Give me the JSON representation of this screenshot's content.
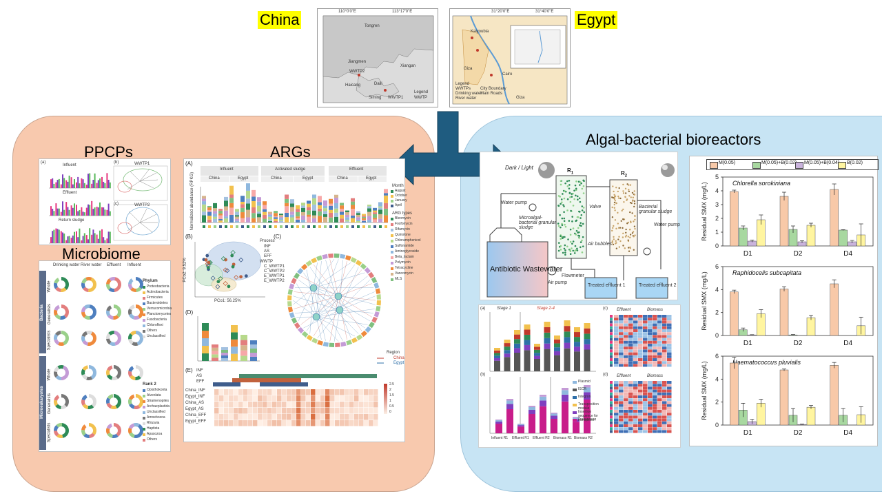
{
  "header": {
    "china_label": "China",
    "egypt_label": "Egypt",
    "china_map": {
      "coords_top": [
        "110°0'0\"E",
        "113°17'0\"E"
      ],
      "places": [
        "Tongren",
        "Jiangmen",
        "Xiangan",
        "Haicang",
        "Daili",
        "Siming"
      ],
      "plants": [
        "WWTP2",
        "WWTP1"
      ],
      "legend_title": "Legend",
      "legend_item": "WWTP"
    },
    "egypt_map": {
      "coords_top": [
        "31°20'0\"E",
        "31°40'0\"E"
      ],
      "places": [
        "Kalyoubia",
        "Giza",
        "Cairo",
        "Giza"
      ],
      "legend_title": "Legend",
      "legend_items": [
        "WWTPs",
        "Drinking water",
        "River water",
        "City Boundary",
        "Main Roads"
      ]
    }
  },
  "left_panel": {
    "ppcps_title": "PPCPs",
    "args_title": "ARGs",
    "microbiome_title": "Microbiome",
    "ppcps_figure": {
      "subplots": [
        "Influent",
        "Effluent",
        "Return sludge"
      ],
      "pca_titles": [
        "WWTP1",
        "WWTP2"
      ],
      "tags": [
        "(a)",
        "(b)",
        "(c)"
      ]
    },
    "args_figure": {
      "panel_tags": [
        "(A)",
        "(B)",
        "(C)",
        "(D)",
        "(E)"
      ],
      "groups": [
        "Influent",
        "Activated sludge",
        "Effluent"
      ],
      "countries": [
        "China",
        "Egypt"
      ],
      "ylabel_a": "Normalized abundance (RPKG)",
      "month_title": "Month",
      "months": [
        "August",
        "October",
        "January",
        "April"
      ],
      "arg_types_title": "ARG types",
      "arg_types": [
        "Bleomycin",
        "Fosfomycin",
        "Rifamycin",
        "Quinolone",
        "Chloramphenicol",
        "Sulfonamide",
        "Aminoglycoside",
        "Beta_lactam",
        "Polymyxin",
        "Tetracycline",
        "Vancomycin",
        "MLS"
      ],
      "arg_colors": [
        "#2e8b57",
        "#e37e7e",
        "#a3c1e0",
        "#f2c14e",
        "#b7d98b",
        "#4e7fbf",
        "#8fb8de",
        "#f7a8a8",
        "#c49bd6",
        "#ef8a3c",
        "#d6b48c",
        "#7fbf7f"
      ],
      "process_title": "Process",
      "processes": [
        "INF",
        "AS",
        "EFF"
      ],
      "wwtp_title": "WWTP",
      "wwtps": [
        "C_WWTP1",
        "C_WWTP2",
        "E_WWTP1",
        "E_WWTP2"
      ],
      "pc1": "PCo1: 56.25%",
      "pc2": "PCo2: 9.52%",
      "region_title": "Region",
      "regions": [
        "China",
        "Egypt"
      ],
      "heat_legend": [
        "INF",
        "AS",
        "EFF"
      ],
      "heat_rows": [
        "China_INF",
        "Egypt_INF",
        "China_AS",
        "Egypt_AS",
        "China_EFF",
        "Egypt_EFF"
      ],
      "heat_scale": [
        "2.5",
        "2",
        "1.5",
        "1",
        "0.5",
        "0"
      ]
    },
    "microbiome_figure": {
      "columns": [
        "Drinking water",
        "River water",
        "Effluent",
        "Influent"
      ],
      "kingdoms": [
        "Bacteria",
        "Microeukaryotes"
      ],
      "row_types": [
        "Whole",
        "Generalists",
        "Specialists"
      ],
      "phylum_title": "Phylum",
      "phyla": [
        "Proteobacteria",
        "Actinobacteria",
        "Firmicutes",
        "Bacteroidetes",
        "Verrucomicrobia",
        "Planctomycetes",
        "Fusobacteria",
        "Chloroflexi",
        "Others",
        "Unclassified"
      ],
      "rank_title": "Rank 2",
      "ranks": [
        "Opisthokonta",
        "Alveolata",
        "Stramenopiles",
        "Archaeplastida",
        "Unclassified",
        "Amoebozoa",
        "Rhizaria",
        "Haptista",
        "Apusozoa",
        "Others"
      ]
    }
  },
  "right_panel": {
    "title": "Algal-bacterial bioreactors",
    "reactor": {
      "mode": "Dark / Light",
      "r1": "R",
      "r1_sub": "1",
      "r2": "R",
      "r2_sub": "2",
      "labels": [
        "Water pump",
        "Microalgal-bacterial granular sludge",
        "Valve",
        "Bacterial granular sludge",
        "Water pump",
        "Air bubbles",
        "Flowmeter",
        "Air pump",
        "Antibiotic Wastewater",
        "Treated effluent 1",
        "Treated effluent 2"
      ]
    },
    "lower_figure": {
      "tags": [
        "(a)",
        "(b)",
        "(c)",
        "(d)"
      ],
      "stages": [
        "Stage 1",
        "Stage 2-4"
      ],
      "heat_titles": [
        "Effluent",
        "Biomass"
      ],
      "mge_legend": [
        "Plasmid",
        "ISCR",
        "Integron",
        "Transposition module",
        "Insertion sequence for transposon",
        "Transposon"
      ],
      "x_labels": [
        "Influent R1",
        "Effluent R1",
        "Effluent R2",
        "Biomass R1",
        "Biomass R2"
      ]
    }
  },
  "chart_data": [
    {
      "type": "bar",
      "title": "Chlorella sorokiniana",
      "ylabel": "Residual SMX (mg/L)",
      "categories": [
        "D1",
        "D2",
        "D4"
      ],
      "ylim": [
        0,
        5
      ],
      "yticks": [
        0,
        1,
        2,
        3,
        4,
        5
      ],
      "series": [
        {
          "name": "M(0.05)",
          "values": [
            3.95,
            3.6,
            4.1
          ],
          "errors": [
            0.1,
            0.3,
            0.4
          ],
          "color": "#f8c9a8"
        },
        {
          "name": "M(0.05)+B(0.02)",
          "values": [
            1.3,
            1.2,
            1.15
          ],
          "errors": [
            0.15,
            0.25,
            0.03
          ],
          "color": "#a8d8a0"
        },
        {
          "name": "M(0.05)+B(0.04)",
          "values": [
            0.35,
            0.3,
            0.3
          ],
          "errors": [
            0.08,
            0.08,
            0.1
          ],
          "color": "#c9b3dc"
        },
        {
          "name": "B(0.02)",
          "values": [
            1.9,
            1.5,
            0.8
          ],
          "errors": [
            0.35,
            0.15,
            0.8
          ],
          "color": "#fff5a0"
        }
      ]
    },
    {
      "type": "bar",
      "title": "Raphidocelis subcapitata",
      "ylabel": "Residual SMX (mg/L)",
      "categories": [
        "D1",
        "D2",
        "D4"
      ],
      "ylim": [
        0,
        6
      ],
      "yticks": [
        0,
        2,
        4,
        6
      ],
      "series": [
        {
          "name": "M(0.05)",
          "values": [
            3.8,
            4.05,
            4.5
          ],
          "errors": [
            0.15,
            0.2,
            0.35
          ],
          "color": "#f8c9a8"
        },
        {
          "name": "M(0.05)+B(0.02)",
          "values": [
            0.5,
            0.05,
            0.0
          ],
          "errors": [
            0.15,
            0.03,
            0.0
          ],
          "color": "#a8d8a0"
        },
        {
          "name": "M(0.05)+B(0.04)",
          "values": [
            0.05,
            0.0,
            0.0
          ],
          "errors": [
            0.02,
            0.0,
            0.0
          ],
          "color": "#c9b3dc"
        },
        {
          "name": "B(0.02)",
          "values": [
            1.9,
            1.55,
            0.85
          ],
          "errors": [
            0.35,
            0.2,
            0.75
          ],
          "color": "#fff5a0"
        }
      ]
    },
    {
      "type": "bar",
      "title": "Haematococcus pluvialis",
      "ylabel": "Residual SMX (mg/L)",
      "categories": [
        "D1",
        "D2",
        "D4"
      ],
      "ylim": [
        0,
        6
      ],
      "yticks": [
        0,
        2,
        4,
        6
      ],
      "series": [
        {
          "name": "M(0.05)",
          "values": [
            5.4,
            4.8,
            5.2
          ],
          "errors": [
            0.5,
            0.08,
            0.25
          ],
          "color": "#f8c9a8"
        },
        {
          "name": "M(0.05)+B(0.02)",
          "values": [
            1.3,
            0.85,
            0.85
          ],
          "errors": [
            0.6,
            0.6,
            0.6
          ],
          "color": "#a8d8a0"
        },
        {
          "name": "M(0.05)+B(0.04)",
          "values": [
            0.3,
            0.05,
            0.0
          ],
          "errors": [
            0.2,
            0.03,
            0.0
          ],
          "color": "#c9b3dc"
        },
        {
          "name": "B(0.02)",
          "values": [
            1.9,
            1.55,
            0.9
          ],
          "errors": [
            0.35,
            0.15,
            0.7
          ],
          "color": "#fff5a0"
        }
      ]
    }
  ]
}
